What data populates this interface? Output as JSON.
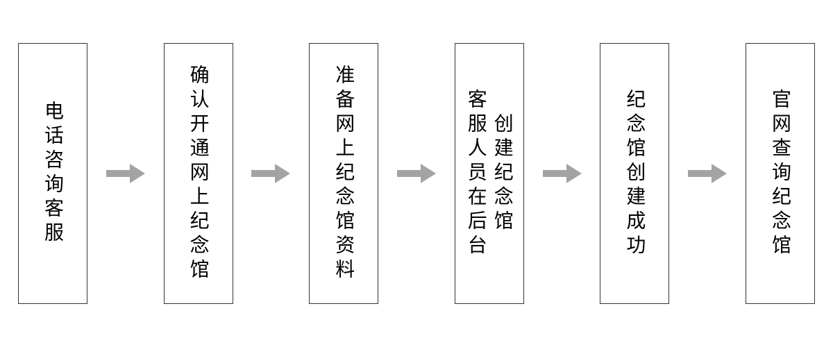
{
  "colors": {
    "background": "#ffffff",
    "box_fill": "#ffffff",
    "box_border": "#333333",
    "text": "#000000",
    "arrow": "#a3a3a3"
  },
  "flowchart": {
    "type": "horizontal-flow",
    "connector": "right-arrow",
    "text_direction": "vertical",
    "steps": [
      {
        "label": "电话咨询客服"
      },
      {
        "label": "确认开通网上纪念馆"
      },
      {
        "label": "准备网上纪念馆资料"
      },
      {
        "label": "客服人员在后台创建纪念馆",
        "column1": "客服人员在后台",
        "column2": "创建纪念馆"
      },
      {
        "label": "纪念馆创建成功"
      },
      {
        "label": "官网查询纪念馆"
      }
    ]
  }
}
